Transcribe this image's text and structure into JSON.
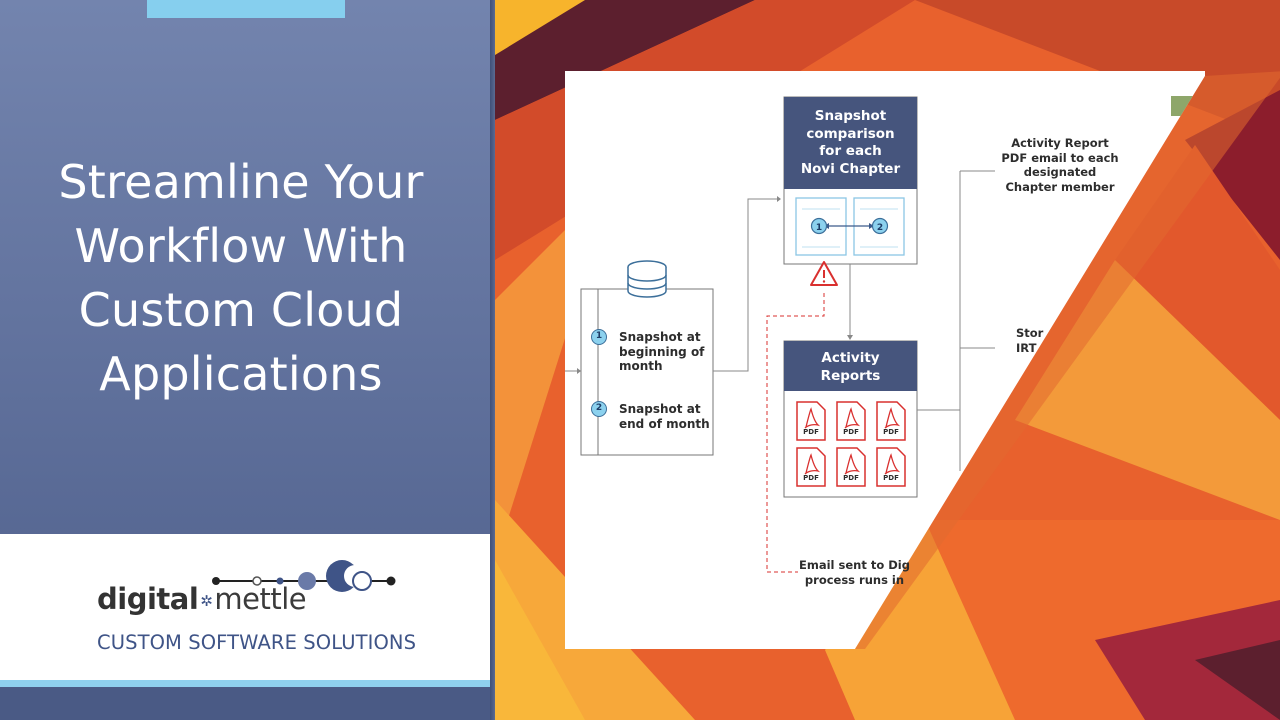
{
  "headline": {
    "line1": "Streamline Your",
    "line2": "Workflow With",
    "line3": "Custom Cloud",
    "line4": "Applications"
  },
  "logo": {
    "brand_left": "digital",
    "brand_right": "mettle",
    "tagline": "CUSTOM SOFTWARE SOLUTIONS"
  },
  "colors": {
    "panel_blue": "#6475a0",
    "accent_cyan": "#86cfee",
    "diagram_header": "#46557d",
    "orange_bg": "#e8612d"
  },
  "diagram": {
    "comparison_title": [
      "Snapshot",
      "comparison",
      "for each",
      "Novi Chapter"
    ],
    "reports_title": [
      "Activity",
      "Reports"
    ],
    "step1": [
      "Snapshot at",
      "beginning of",
      "month"
    ],
    "step2": [
      "Snapshot at",
      "end of month"
    ],
    "badge1": "1",
    "badge2": "2",
    "pdf_label": "PDF",
    "activity_email": [
      "Activity Report",
      "PDF email to each",
      "designated",
      "Chapter member"
    ],
    "stor": [
      "Stor",
      "IRT"
    ],
    "email_sent": [
      "Email sent to Dig",
      "process runs in"
    ]
  }
}
